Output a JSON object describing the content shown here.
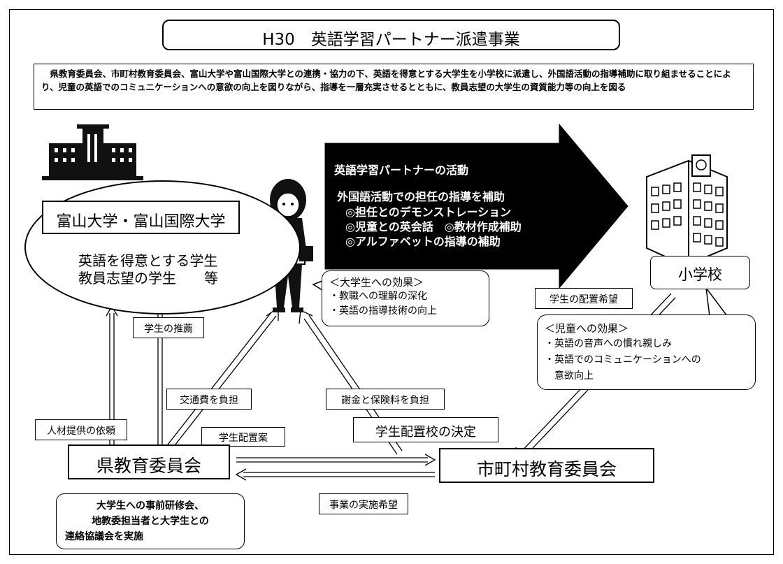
{
  "title": "H30　英語学習パートナー派遣事業",
  "intro": "　県教育委員会、市町村教育委員会、富山大学や富山国際大学との連携・協力の下、英語を得意とする大学生を小学校に派遣し、外国語活動の指導補助に取り組ませることにより、児童の英語でのコミュニケーションへの意欲の向上を図りながら、指導を一層充実させるとともに、教員志望の大学生の資質能力等の向上を図る",
  "university": {
    "name": "富山大学・富山国際大学",
    "students_line1": "英語を得意とする学生",
    "students_line2": "教員志望の学生　　等"
  },
  "activities": {
    "heading": "英語学習パートナーの活動",
    "lines": [
      "外国語活動での担任の指導を補助",
      "◎担任とのデモンストレーション",
      "◎児童との英会話　◎教材作成補助",
      "◎アルファベットの指導の補助"
    ]
  },
  "student_effects": {
    "heading": "＜大学生への効果＞",
    "items": [
      "・教職への理解の深化",
      "・英語の指導技術の向上"
    ]
  },
  "school": {
    "name": "小学校"
  },
  "child_effects": {
    "heading": "＜児童への効果＞",
    "items": [
      "・英語の音声への慣れ親しみ",
      "・英語でのコミュニケーションへの",
      "　意欲向上"
    ]
  },
  "prefecture_board": "県教育委員会",
  "municipal_board": "市町村教育委員会",
  "flow_labels": {
    "recommend": "学生の推薦",
    "request_staff": "人材提供の依頼",
    "transport": "交通費を負担",
    "fee": "謝金と保険料を負担",
    "placement_wish": "学生の配置希望",
    "decision": "学生配置校の決定",
    "placement_plan": "学生配置案",
    "implementation_wish": "事業の実施希望"
  },
  "training": {
    "lines": [
      "大学生への事前研修会、",
      "地教委担当者と大学生との",
      "連絡協議会を実施"
    ]
  }
}
